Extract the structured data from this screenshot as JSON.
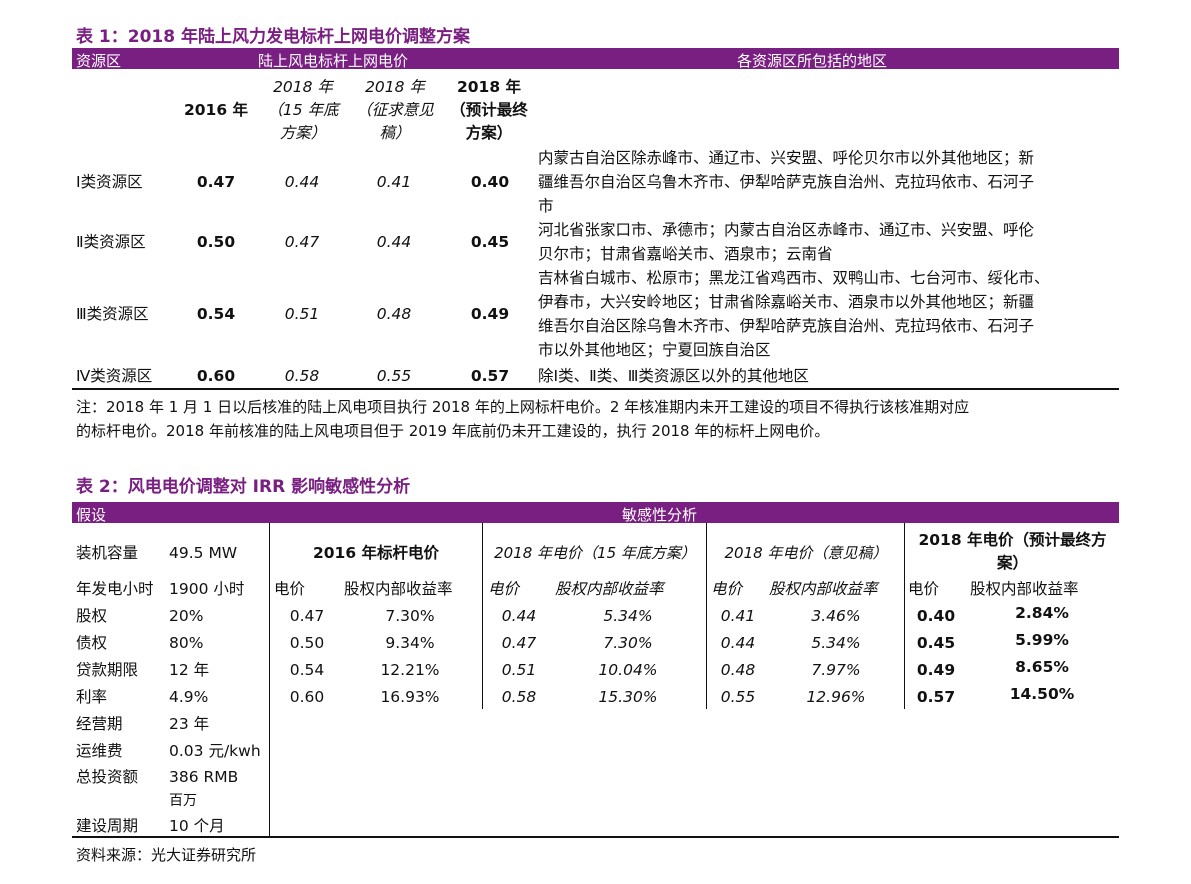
{
  "table1": {
    "title": "表 1：2018 年陆上风力发电标杆上网电价调整方案",
    "header": {
      "zone": "资源区",
      "price": "陆上风电标杆上网电价",
      "areas": "各资源区所包括的地区"
    },
    "subheader": {
      "c2016": "2016 年",
      "c2018a": [
        "2018 年",
        "（15 年底",
        "方案）"
      ],
      "c2018b": [
        "2018 年",
        "（征求意见",
        "稿）"
      ],
      "c2018c": [
        "2018 年",
        "（预计最终",
        "方案）"
      ]
    },
    "rows": [
      {
        "zone": "Ⅰ类资源区",
        "v2016": "0.47",
        "v2018a": "0.44",
        "v2018b": "0.41",
        "v2018c": "0.40",
        "areas": [
          "内蒙古自治区除赤峰市、通辽市、兴安盟、呼伦贝尔市以外其他地区；新",
          "疆维吾尔自治区乌鲁木齐市、伊犁哈萨克族自治州、克拉玛依市、石河子",
          "市"
        ]
      },
      {
        "zone": "Ⅱ类资源区",
        "v2016": "0.50",
        "v2018a": "0.47",
        "v2018b": "0.44",
        "v2018c": "0.45",
        "areas": [
          "河北省张家口市、承德市；内蒙古自治区赤峰市、通辽市、兴安盟、呼伦",
          "贝尔市；甘肃省嘉峪关市、酒泉市；云南省"
        ]
      },
      {
        "zone": "Ⅲ类资源区",
        "v2016": "0.54",
        "v2018a": "0.51",
        "v2018b": "0.48",
        "v2018c": "0.49",
        "areas": [
          "吉林省白城市、松原市；黑龙江省鸡西市、双鸭山市、七台河市、绥化市、",
          "伊春市，大兴安岭地区；甘肃省除嘉峪关市、酒泉市以外其他地区；新疆",
          "维吾尔自治区除乌鲁木齐市、伊犁哈萨克族自治州、克拉玛依市、石河子",
          "市以外其他地区；宁夏回族自治区"
        ]
      },
      {
        "zone": "Ⅳ类资源区",
        "v2016": "0.60",
        "v2018a": "0.58",
        "v2018b": "0.55",
        "v2018c": "0.57",
        "areas": [
          "除Ⅰ类、Ⅱ类、Ⅲ类资源区以外的其他地区"
        ]
      }
    ],
    "note": [
      "注：2018 年 1 月 1 日以后核准的陆上风电项目执行 2018 年的上网标杆电价。2 年核准期内未开工建设的项目不得执行该核准期对应",
      "的标杆电价。2018 年前核准的陆上风电项目但于 2019 年底前仍未开工建设的，执行 2018 年的标杆上网电价。"
    ]
  },
  "table2": {
    "title": "表 2：风电电价调整对 IRR 影响敏感性分析",
    "header": {
      "assume": "假设",
      "sens": "敏感性分析"
    },
    "assumptions": [
      {
        "label": "装机容量",
        "value": "49.5 MW"
      },
      {
        "label": "年发电小时",
        "value": "1900 小时"
      },
      {
        "label": "股权",
        "value": "20%"
      },
      {
        "label": "债权",
        "value": "80%"
      },
      {
        "label": "贷款期限",
        "value": "12 年"
      },
      {
        "label": "利率",
        "value": "4.9%"
      },
      {
        "label": "经营期",
        "value": "23 年"
      },
      {
        "label": "运维费",
        "value": "0.03 元/kwh"
      },
      {
        "label": "总投资额",
        "value": "386 RMB"
      },
      {
        "label": "",
        "value": "百万"
      },
      {
        "label": "建设周期",
        "value": "10 个月"
      }
    ],
    "groups": [
      {
        "title": "2016 年标杆电价",
        "col_price": "电价",
        "col_irr": "股权内部收益率",
        "rows": [
          [
            "0.47",
            "7.30%"
          ],
          [
            "0.50",
            "9.34%"
          ],
          [
            "0.54",
            "12.21%"
          ],
          [
            "0.60",
            "16.93%"
          ]
        ]
      },
      {
        "title": "2018 年电价（15 年底方案）",
        "col_price": "电价",
        "col_irr": "股权内部收益率",
        "rows": [
          [
            "0.44",
            "5.34%"
          ],
          [
            "0.47",
            "7.30%"
          ],
          [
            "0.51",
            "10.04%"
          ],
          [
            "0.58",
            "15.30%"
          ]
        ]
      },
      {
        "title": "2018 年电价（意见稿）",
        "col_price": "电价",
        "col_irr": "股权内部收益率",
        "rows": [
          [
            "0.41",
            "3.46%"
          ],
          [
            "0.44",
            "5.34%"
          ],
          [
            "0.48",
            "7.97%"
          ],
          [
            "0.55",
            "12.96%"
          ]
        ]
      },
      {
        "title": [
          "2018 年电价（预计最终方",
          "案）"
        ],
        "col_price": "电价",
        "col_irr": "股权内部收益率",
        "rows": [
          [
            "0.40",
            "2.84%"
          ],
          [
            "0.45",
            "5.99%"
          ],
          [
            "0.49",
            "8.65%"
          ],
          [
            "0.57",
            "14.50%"
          ]
        ]
      }
    ],
    "source": "资料来源：光大证券研究所"
  }
}
